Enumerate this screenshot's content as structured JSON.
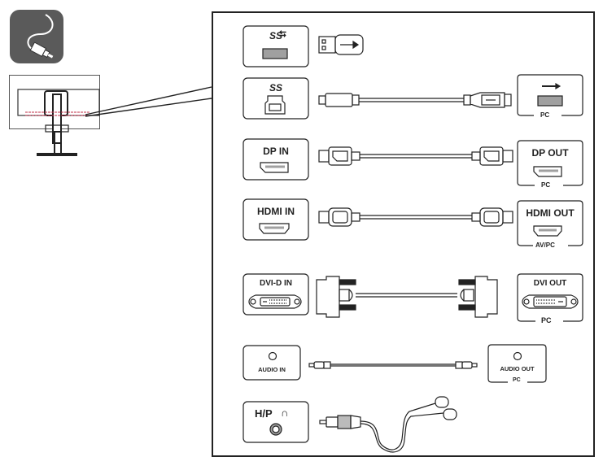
{
  "figure": {
    "title_icon": "cable-connection-icon",
    "overview": "monitor-rear-view",
    "colors": {
      "line": "#222222",
      "icon_bg": "#5a5a5a",
      "highlight": "#c0304a",
      "port_fill": "#a0a0a0"
    }
  },
  "rows": [
    {
      "id": "usb-a",
      "port_label": "SS",
      "port_icon": "usb-icon",
      "cable": "usb-a-plug",
      "pc_label": null,
      "pc_sublabel": null
    },
    {
      "id": "usb-b",
      "port_label": "SS",
      "port_icon": "usb-icon",
      "cable": "usb-b-to-a-cable",
      "pc_label": null,
      "pc_sublabel": "PC"
    },
    {
      "id": "dp",
      "port_label": "DP IN",
      "cable": "displayport-cable",
      "pc_label": "DP OUT",
      "pc_sublabel": "PC"
    },
    {
      "id": "hdmi",
      "port_label": "HDMI IN",
      "cable": "hdmi-cable",
      "pc_label": "HDMI OUT",
      "pc_sublabel": "AV/PC"
    },
    {
      "id": "dvi",
      "port_label": "DVI-D IN",
      "cable": "dvi-cable",
      "pc_label": "DVI OUT",
      "pc_sublabel": "PC"
    },
    {
      "id": "audio",
      "port_label": "AUDIO IN",
      "cable": "audio-cable",
      "pc_label": "AUDIO OUT",
      "pc_sublabel": "PC"
    },
    {
      "id": "hp",
      "port_label": "H/P",
      "port_icon": "headphone-icon",
      "cable": "earphones",
      "pc_label": null,
      "pc_sublabel": null
    }
  ]
}
